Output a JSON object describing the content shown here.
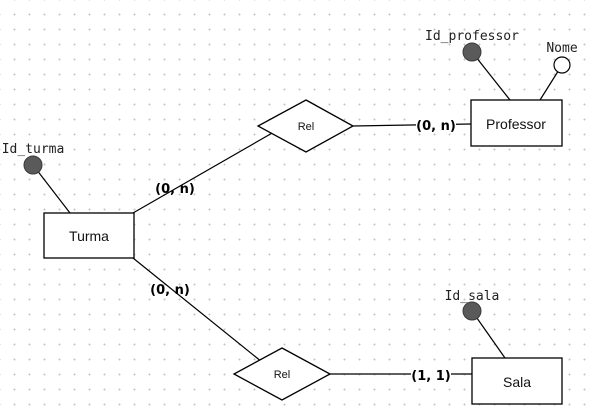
{
  "entities": {
    "turma": "Turma",
    "professor": "Professor",
    "sala": "Sala"
  },
  "relationships": {
    "turma_professor": "Rel",
    "turma_sala": "Rel"
  },
  "attributes": {
    "id_turma": "Id_turma",
    "id_professor": "Id_professor",
    "nome": "Nome",
    "id_sala": "Id_sala"
  },
  "cardinalities": {
    "turma_side_professor_rel": "(0, n)",
    "professor_side": "(0, n)",
    "turma_side_sala_rel": "(0, n)",
    "sala_side": "(1, 1)"
  },
  "colors": {
    "key_attribute_fill": "#5a5a5a",
    "grid_dot": "#c4c4c4"
  }
}
